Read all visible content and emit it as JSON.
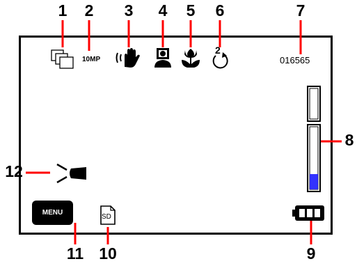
{
  "callouts": {
    "n1": "1",
    "n2": "2",
    "n3": "3",
    "n4": "4",
    "n5": "5",
    "n6": "6",
    "n7": "7",
    "n8": "8",
    "n9": "9",
    "n10": "10",
    "n11": "11",
    "n12": "12"
  },
  "screen": {
    "resolution": "10MP",
    "self_timer": "2",
    "shot_counter": "016565",
    "menu_label": "MENU",
    "sd_label": "SD"
  },
  "icons": {
    "n1": "continuous-shot-icon",
    "n3": "anti-shake-icon",
    "n4": "face-detect-icon",
    "n5": "macro-icon",
    "n6": "self-timer-icon",
    "n8": "zoom-bar",
    "n9": "battery-icon",
    "n10": "sd-card-icon",
    "n12": "flash-icon"
  },
  "colors": {
    "line": "#ff0000",
    "zoom_fill": "#3333ff",
    "ink": "#000000"
  }
}
